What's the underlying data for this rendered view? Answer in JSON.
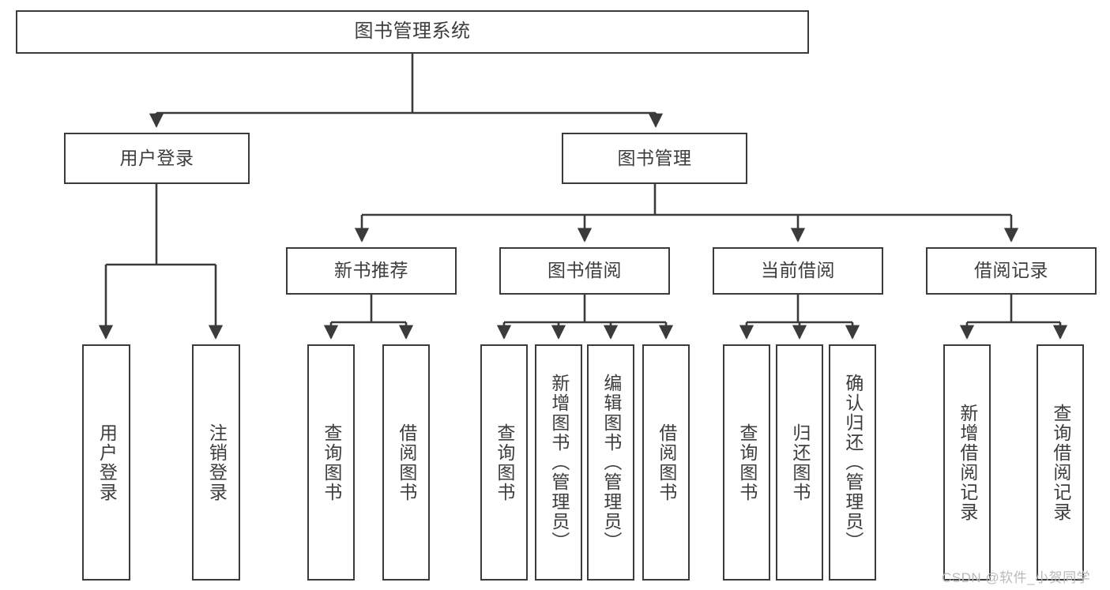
{
  "diagram": {
    "title": "图书管理系统",
    "type": "tree-hierarchy",
    "stroke_color": "#3b3b3b",
    "text_color": "#3d3d3d",
    "background": "#ffffff",
    "nodes": {
      "root": "图书管理系统",
      "level2": [
        "用户登录",
        "图书管理"
      ],
      "level3": [
        "新书推荐",
        "图书借阅",
        "当前借阅",
        "借阅记录"
      ],
      "leaves_user_login": [
        "用户登录",
        "注销登录"
      ],
      "leaves_new_book": [
        "查询图书",
        "借阅图书"
      ],
      "leaves_borrow_book": [
        "查询图书",
        "新增图书（管理员）",
        "编辑图书（管理员）",
        "借阅图书"
      ],
      "leaves_current_borrow": [
        "查询图书",
        "归还图书",
        "确认归还（管理员）"
      ],
      "leaves_borrow_record": [
        "新增借阅记录",
        "查询借阅记录"
      ]
    }
  },
  "watermark": {
    "text": "CSDN @软件_小贺同学"
  }
}
